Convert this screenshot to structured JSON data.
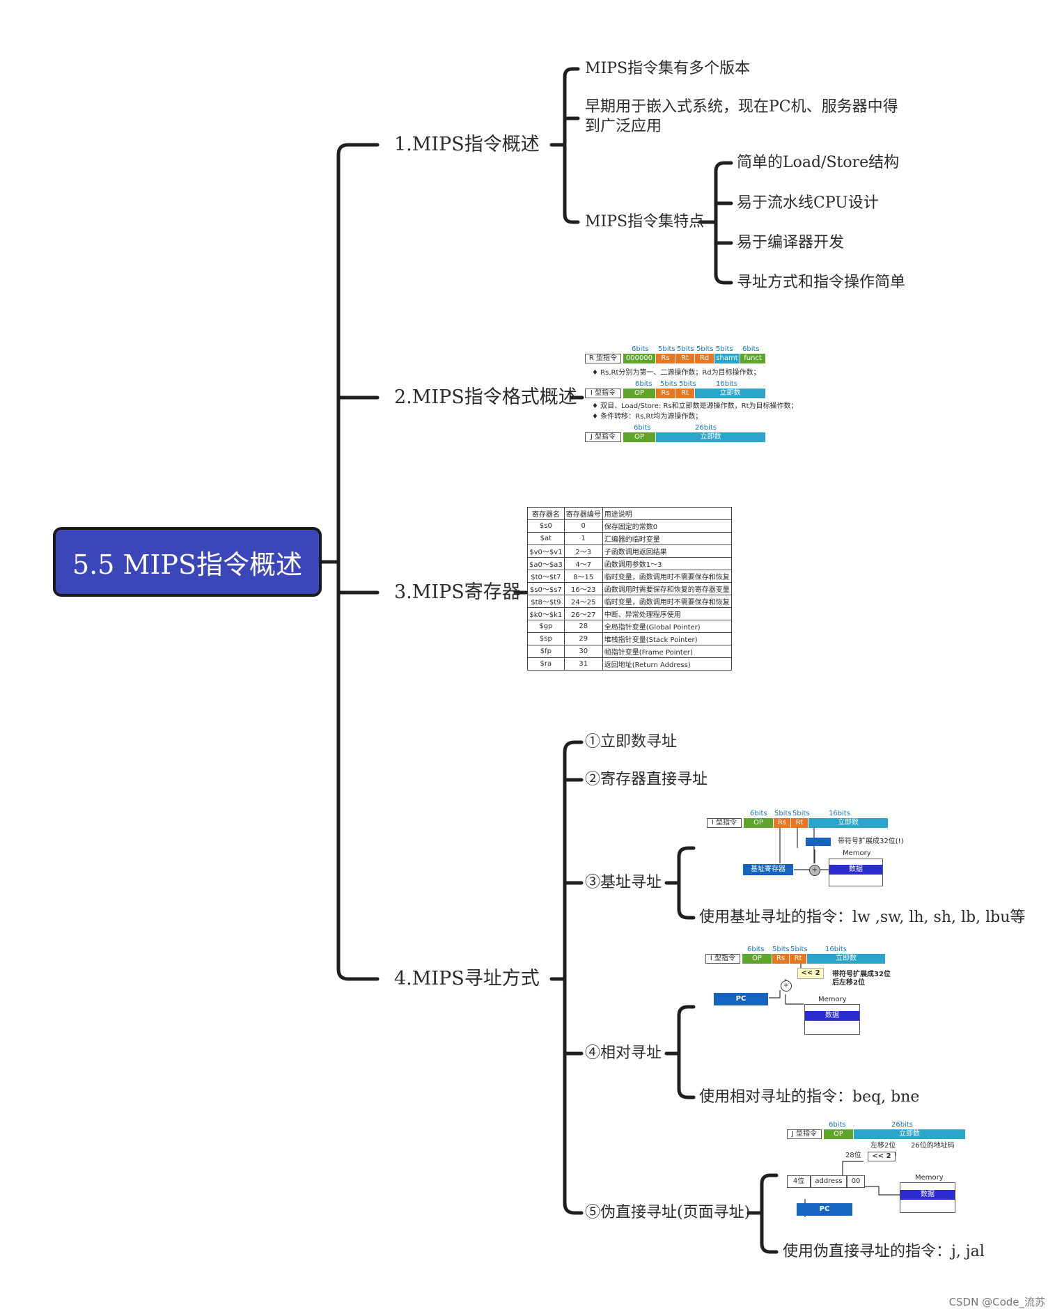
{
  "root": "5.5 MIPS指令概述",
  "branches": {
    "b1": "1.MIPS指令概述",
    "b2": "2.MIPS指令格式概述",
    "b3": "3.MIPS寄存器",
    "b4": "4.MIPS寻址方式"
  },
  "overview": {
    "version": "MIPS指令集有多个版本",
    "usage": "早期用于嵌入式系统，现在PC机、服务器中得到广泛应用",
    "features_label": "MIPS指令集特点",
    "features": [
      "简单的Load/Store结构",
      "易于流水线CPU设计",
      "易于编译器开发",
      "寻址方式和指令操作简单"
    ]
  },
  "format": {
    "r_label": "R 型指令",
    "r_bits": [
      "6bits",
      "5bits",
      "5bits",
      "5bits",
      "5bits",
      "6bits"
    ],
    "r_fields": [
      "000000",
      "Rs",
      "Rt",
      "Rd",
      "shamt",
      "funct"
    ],
    "r_note": "Rs,Rt分别为第一、二源操作数；Rd为目标操作数；",
    "i_label": "I 型指令",
    "i_bits": [
      "6bits",
      "5bits",
      "5bits",
      "16bits"
    ],
    "i_fields": [
      "OP",
      "Rs",
      "Rt",
      "立即数"
    ],
    "i_note1": "双目、Load/Store: Rs和立即数是源操作数，Rt为目标操作数；",
    "i_note2": "条件转移：Rs,Rt均为源操作数；",
    "j_label": "J 型指令",
    "j_bits": [
      "6bits",
      "26bits"
    ],
    "j_fields": [
      "OP",
      "立即数"
    ]
  },
  "registers": {
    "headers": [
      "寄存器名",
      "寄存器编号",
      "用途说明"
    ],
    "rows": [
      [
        "$s0",
        "0",
        "保存固定的常数0"
      ],
      [
        "$at",
        "1",
        "汇编器的临时变量"
      ],
      [
        "$v0～$v1",
        "2～3",
        "子函数调用返回结果"
      ],
      [
        "$a0～$a3",
        "4～7",
        "函数调用参数1～3"
      ],
      [
        "$t0～$t7",
        "8～15",
        "临时变量，函数调用时不需要保存和恢复"
      ],
      [
        "$s0～$s7",
        "16～23",
        "函数调用时需要保存和恢复的寄存器变量"
      ],
      [
        "$t8～$t9",
        "24～25",
        "临时变量，函数调用时不需要保存和恢复"
      ],
      [
        "$k0～$k1",
        "26～27",
        "中断、异常处理程序使用"
      ],
      [
        "$gp",
        "28",
        "全局指针变量(Global Pointer)"
      ],
      [
        "$sp",
        "29",
        "堆栈指针变量(Stack Pointer)"
      ],
      [
        "$fp",
        "30",
        "帧指针变量(Frame Pointer)"
      ],
      [
        "$ra",
        "31",
        "返回地址(Return Address)"
      ]
    ]
  },
  "addressing": {
    "m1": "①立即数寻址",
    "m2": "②寄存器直接寻址",
    "m3": "③基址寻址",
    "m3_desc": "使用基址寻址的指令：lw ,sw, lh, sh, lb, lbu等",
    "m4": "④相对寻址",
    "m4_desc": "使用相对寻址的指令：beq, bne",
    "m5": "⑤伪直接寻址(页面寻址)",
    "m5_desc": "使用伪直接寻址的指令：j, jal",
    "d3": {
      "label": "I 型指令",
      "bits": [
        "6bits",
        "5bits",
        "5bits",
        "16bits"
      ],
      "fields": [
        "OP",
        "Rs",
        "Rt",
        "立即数"
      ],
      "ext": "带符号扩展成32位(!)",
      "base": "基址寄存器",
      "memory": "Memory",
      "data": "数据",
      "plus": "+"
    },
    "d4": {
      "label": "I 型指令",
      "bits": [
        "6bits",
        "5bits",
        "5bits",
        "16bits"
      ],
      "fields": [
        "OP",
        "Rs",
        "Rt",
        "立即数"
      ],
      "shift": "<< 2",
      "ext1": "带符号扩展成32位",
      "ext2": "后左移2位",
      "pc": "PC",
      "memory": "Memory",
      "data": "数据",
      "plus": "+"
    },
    "d5": {
      "label": "J 型指令",
      "bits": [
        "6bits",
        "26bits"
      ],
      "fields": [
        "OP",
        "立即数"
      ],
      "shift_label": "左移2位",
      "addr26": "26位的地址码",
      "bits28": "28位",
      "shift": "<< 2",
      "seg1": "4位",
      "seg2": "address",
      "seg3": "00",
      "pc": "PC",
      "memory": "Memory",
      "data": "数据"
    }
  },
  "footer": "CSDN @Code_流苏",
  "colors": {
    "root": "#3b47b8",
    "op": "#5fa52b",
    "reg": "#e87722",
    "imm": "#2aa4c8",
    "blue_box": "#1565c0",
    "data_box": "#2a2ad0"
  }
}
